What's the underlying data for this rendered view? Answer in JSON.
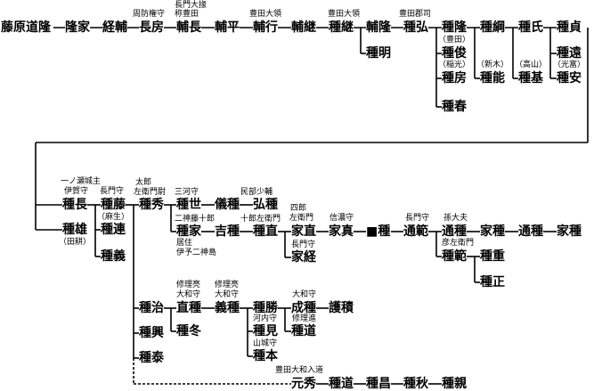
{
  "diagram": {
    "row1": {
      "fujiwara_michitaka": "藤原道隆",
      "takaie": "隆家",
      "tsunesuke": "経輔",
      "nagafusa": "長房",
      "sukenaga": "輔長",
      "suketaira": "輔平",
      "sukeyuki": "輔行",
      "suketsugu": "輔継",
      "tanetsugu": "種継",
      "suketaka": "輔隆",
      "tanehiro": "種弘",
      "tanetaka": "種隆",
      "tanetsuna": "種綱",
      "taneuji": "種氏",
      "tanesada": "種貞"
    },
    "row1_titles": {
      "nagafusa": "周防権守",
      "sukenaga_1": "長門大掾",
      "sukenaga_2": "称豊田",
      "sukeyuki": "豊田大領",
      "tanetsugu": "豊田大領",
      "tanehiro": "豊田郡司"
    },
    "row1_sub": {
      "taneaki": "種明",
      "tanetoshi": "種俊",
      "tanefusa": "種房",
      "taneharu": "種春",
      "taneyoshi": "種能",
      "tanemoto": "種基",
      "tanetoo": "種遠",
      "taneyasu": "種安",
      "p_toyota": "（豊田）",
      "p_inamitsu": "（稲光）",
      "p_shinki": "（新木）",
      "p_takayama": "（高山）",
      "p_mitomi": "（光富）"
    },
    "row2": {
      "tanenaga": "種長",
      "tanefuji": "種藤",
      "tanehide": "種秀",
      "taneyo": "種世",
      "gitane": "儀種",
      "hirotane": "弘種",
      "tanenao_t": "種直",
      "ienao": "家直",
      "iezane": "家真",
      "sq_tane": "■種",
      "michinori": "通範",
      "michitane": "通種",
      "ietane_1": "家種",
      "michitane_2": "通種",
      "ietane_2": "家種"
    },
    "row2_titles": {
      "tanenaga_1": "一ノ瀬城主",
      "tanenaga_2": "伊賀守",
      "tanefuji": "長門守",
      "tanehide_1": "太郎",
      "tanehide_2": "左衛門尉",
      "taneyo": "三河守",
      "hirotane": "民部少輔",
      "ienao_1": "四郎",
      "ienao_2": "左衛門",
      "iezane": "信濃守",
      "michinori": "長門守",
      "michitane": "孫大夫"
    },
    "row2_sub": {
      "taneo": "種雄",
      "p_tabata": "（田耕）",
      "p_aso": "（麻生）",
      "tanetsura": "種連",
      "taneyoshi2": "種義",
      "taneie": "種家",
      "yoshitane": "吉種",
      "tanenao": "種直",
      "t_nikami": "二神藤十郎",
      "t_jurou": "十郎左衛門",
      "t_kyoju": "居住",
      "t_iyo": "伊予二神島",
      "t_nagato2": "長門守",
      "ietsune": "家経",
      "t_hikozaemon": "彦左衛門",
      "tanenori": "種範",
      "taneshige": "種重",
      "tanemasa": "種正"
    },
    "row3": {
      "taneji": "種治",
      "naotane": "直種",
      "yoshitane3": "義種",
      "tanekatsu": "種勝",
      "naritane": "成種",
      "yoshitsumi": "護積",
      "tanefuyu": "種冬",
      "taneoki": "種興",
      "tanemi": "種見",
      "tanemichi": "種道",
      "tanemoto3": "種本",
      "taneyasu3": "種泰",
      "t_shuri1": "修理亮",
      "t_yamato1": "大和守",
      "t_shuri2": "修理亮",
      "t_yamato2": "大和守",
      "t_yamato3": "大和守",
      "t_kawachi": "河内守",
      "t_shurinoshin": "修理進",
      "t_yamashiro": "山城守"
    },
    "row4": {
      "title": "豊田大和入道",
      "motohide": "元秀",
      "tanemichi": "種道",
      "tanemasa": "種昌",
      "taneaki": "種秋",
      "tanechika": "種親"
    }
  }
}
